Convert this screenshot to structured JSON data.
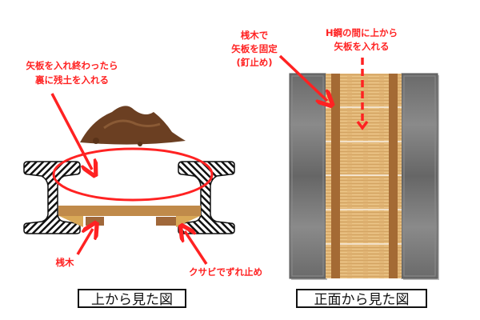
{
  "top_view": {
    "note_line1": "矢板を入れ終わったら",
    "note_line2": "裏に残土を入れる",
    "batten_label": "桟木",
    "wedge_label": "クサビでずれ止め",
    "caption": "上から見た図"
  },
  "front_view": {
    "fix_line1": "桟木で",
    "fix_line2": "矢板を固定",
    "fix_line3": "(釘止め)",
    "insert_line1": "H鋼の間に上から",
    "insert_line2": "矢板を入れる",
    "caption": "正面から見た図"
  },
  "colors": {
    "accent": "#ff2222",
    "wood": "#c08a4a",
    "batten": "#a0683a",
    "steel": "#6e6e6e",
    "soil": "#6b3f22"
  }
}
